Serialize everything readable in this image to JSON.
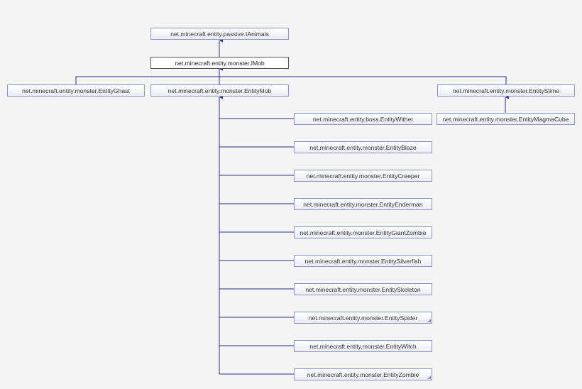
{
  "colors": {
    "edge": "#2b2f86",
    "node_border": "#8a94c2",
    "background": "#f4f4f4"
  },
  "nodes": {
    "ianimals": "net.minecraft.entity.passive.IAnimals",
    "imob": "net.minecraft.entity.monster.IMob",
    "entity_ghast": "net.minecraft.entity.monster.EntityGhast",
    "entity_mob": "net.minecraft.entity.monster.EntityMob",
    "entity_slime": "net.minecraft.entity.monster.EntitySlime",
    "entity_magma_cube": "net.minecraft.entity.monster.EntityMagmaCube",
    "entity_wither": "net.minecraft.entity.boss.EntityWither",
    "entity_blaze": "net.minecraft.entity.monster.EntityBlaze",
    "entity_creeper": "net.minecraft.entity.monster.EntityCreeper",
    "entity_enderman": "net.minecraft.entity.monster.EntityEnderman",
    "entity_giant_zombie": "net.minecraft.entity.monster.EntityGiantZombie",
    "entity_silverfish": "net.minecraft.entity.monster.EntitySilverfish",
    "entity_skeleton": "net.minecraft.entity.monster.EntitySkeleton",
    "entity_spider": "net.minecraft.entity.monster.EntitySpider",
    "entity_witch": "net.minecraft.entity.monster.EntityWitch",
    "entity_zombie": "net.minecraft.entity.monster.EntityZombie"
  }
}
